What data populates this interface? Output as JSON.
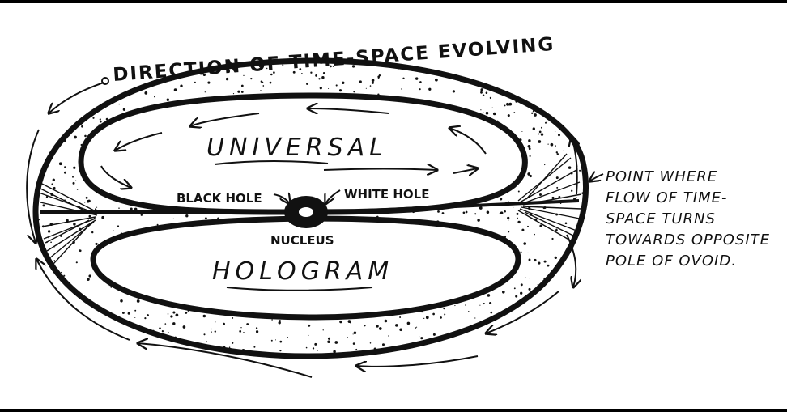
{
  "diagram": {
    "title": "DIRECTION OF TIME-SPACE EVOLVING",
    "labels": {
      "universal": "UNIVERSAL",
      "hologram": "HOLOGRAM",
      "black_hole": "BLACK HOLE",
      "white_hole": "WHITE HOLE",
      "nucleus": "NUCLEUS"
    },
    "annotation": [
      "POINT WHERE",
      "FLOW OF TIME-",
      "SPACE TURNS",
      "TOWARDS OPPOSITE",
      "POLE OF OVOID."
    ],
    "colors": {
      "ink": "#111111",
      "paper": "#ffffff",
      "frame": "#000000"
    }
  }
}
